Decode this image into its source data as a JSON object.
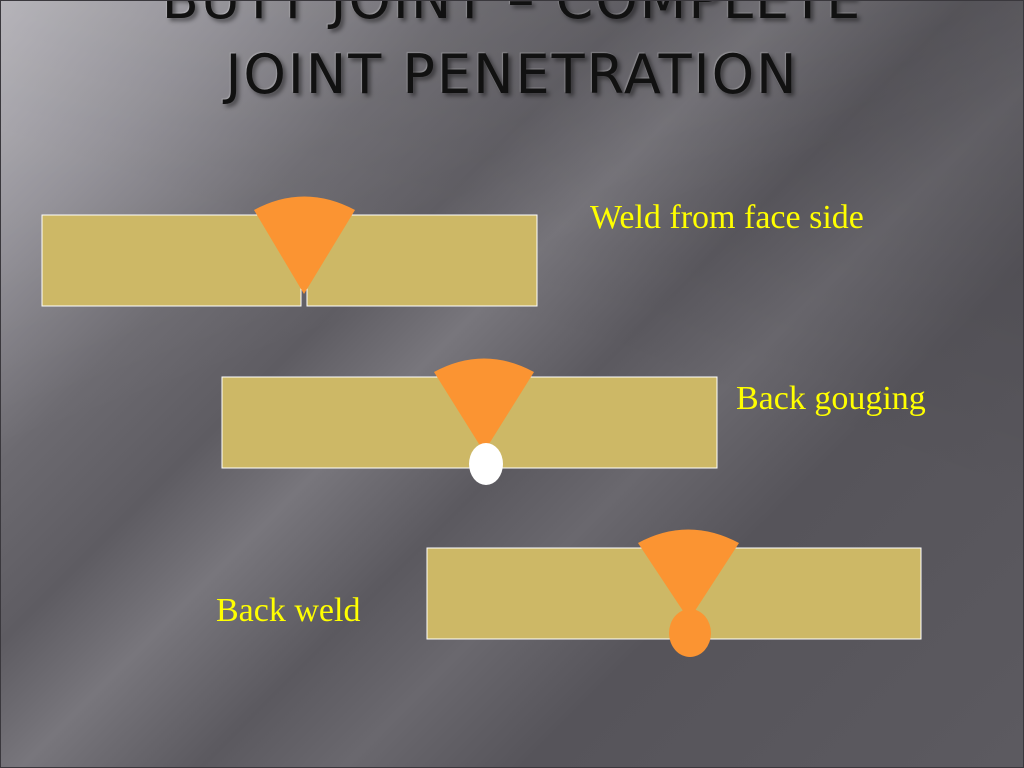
{
  "slide": {
    "title_line1": "BUTT JOINT – COMPLETE",
    "title_line2": "JOINT PENETRATION"
  },
  "diagrams": [
    {
      "label": "Weld from face side"
    },
    {
      "label": "Back gouging"
    },
    {
      "label": "Back weld"
    }
  ],
  "colors": {
    "plate_fill": "#cdb866",
    "plate_stroke": "#ffffff",
    "weld_fill": "#fb9432",
    "gouge_fill": "#ffffff",
    "label_text": "#ffff00",
    "title_text": "#111111"
  }
}
